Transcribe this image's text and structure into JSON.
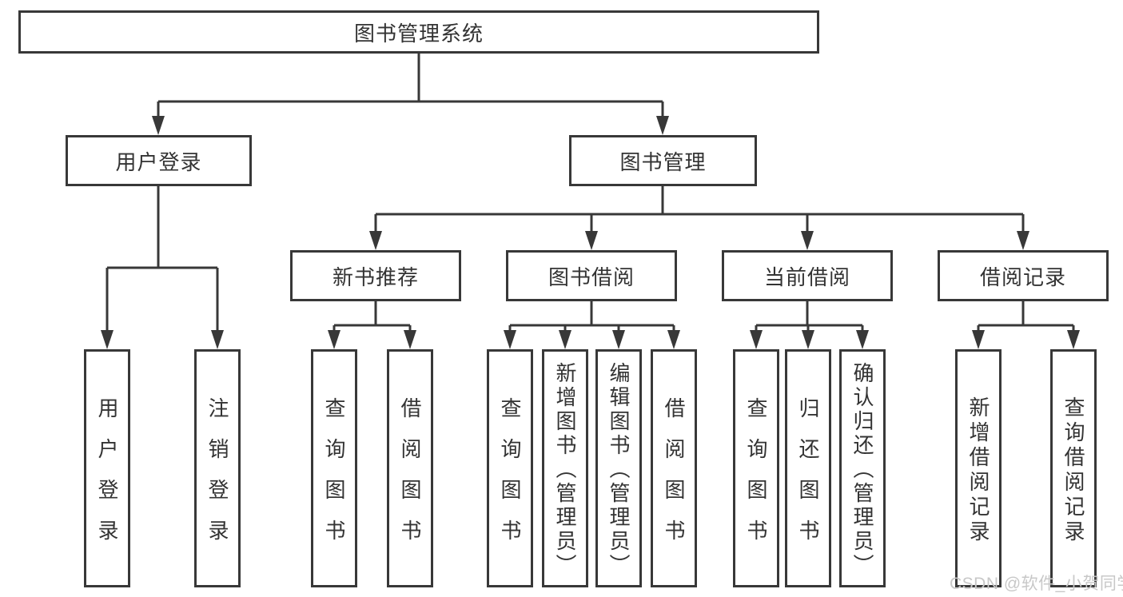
{
  "diagram": {
    "root": {
      "label": "图书管理系统"
    },
    "branches": [
      {
        "label": "用户登录",
        "children": [
          {
            "label": "用户登录"
          },
          {
            "label": "注销登录"
          }
        ]
      },
      {
        "label": "图书管理",
        "children": [
          {
            "label": "新书推荐",
            "children": [
              {
                "label": "查询图书"
              },
              {
                "label": "借阅图书"
              }
            ]
          },
          {
            "label": "图书借阅",
            "children": [
              {
                "label": "查询图书"
              },
              {
                "label": "新增图书（管理员）"
              },
              {
                "label": "编辑图书（管理员）"
              },
              {
                "label": "借阅图书"
              }
            ]
          },
          {
            "label": "当前借阅",
            "children": [
              {
                "label": "查询图书"
              },
              {
                "label": "归还图书"
              },
              {
                "label": "确认归还（管理员）"
              }
            ]
          },
          {
            "label": "借阅记录",
            "children": [
              {
                "label": "新增借阅记录"
              },
              {
                "label": "查询借阅记录"
              }
            ]
          }
        ]
      }
    ]
  },
  "watermark": {
    "text": "CSDN @软件_小贺同学"
  },
  "colors": {
    "line": "#383838",
    "box_border": "#383838",
    "box_background": "#ffffff",
    "text": "#333333",
    "watermark": "#c8c8c8",
    "page_background": "#ffffff"
  }
}
